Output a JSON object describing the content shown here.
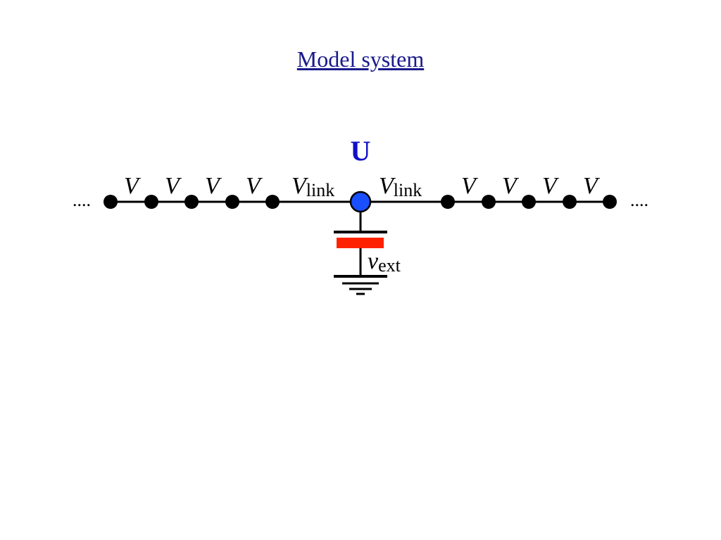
{
  "page": {
    "title": "Model system"
  },
  "colors": {
    "title": "#1a1a8c",
    "line": "#000000",
    "site": "#000000",
    "impurity_fill": "#1a4fff",
    "impurity_label": "#1010c8",
    "gate": "#ff2200"
  },
  "diagram": {
    "ellipsis_left": "....",
    "ellipsis_right": "....",
    "impurity_label": "U",
    "hopping_label": "V",
    "link_label_main": "V",
    "link_label_sub": "link",
    "gate_label_main": "v",
    "gate_label_sub": "ext",
    "left_hoppings": [
      "V",
      "V",
      "V",
      "V"
    ],
    "right_hoppings": [
      "V",
      "V",
      "V",
      "V"
    ]
  }
}
